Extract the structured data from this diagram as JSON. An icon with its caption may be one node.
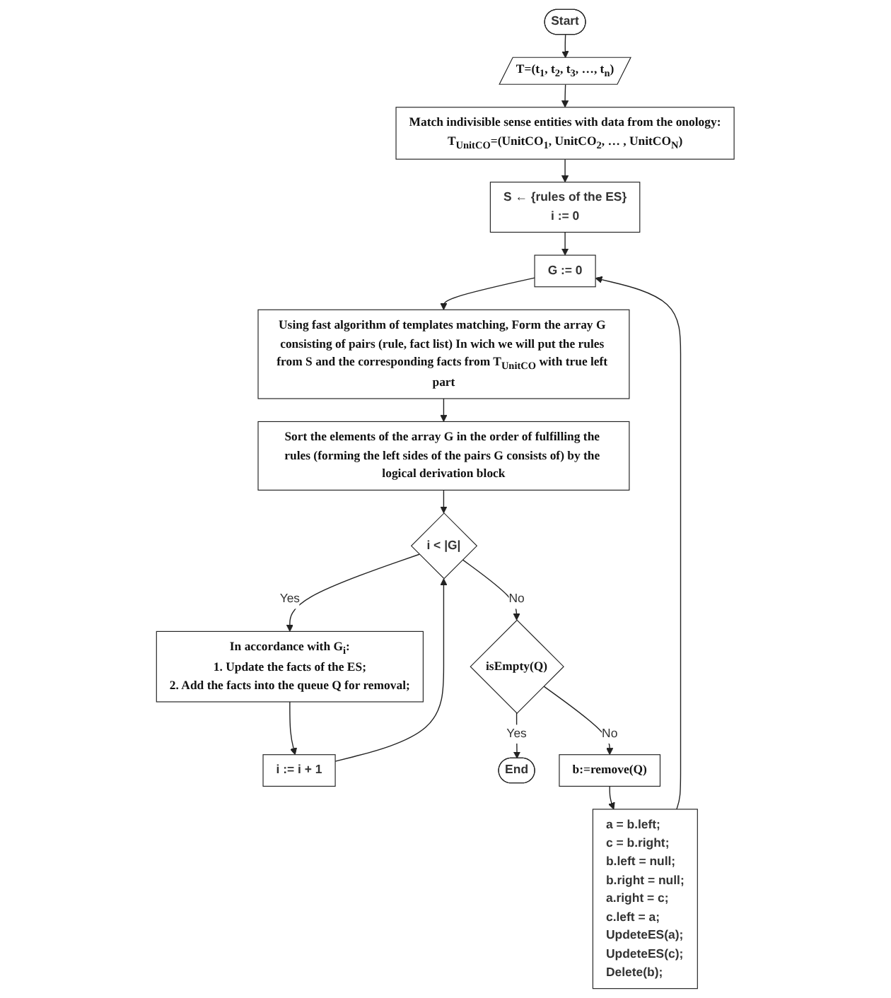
{
  "diagram": {
    "nodes": [
      {
        "text": [
          "Start"
        ]
      },
      {
        "text": [
          "T=(t$_{1}$, t$_{2}$, t$_{3}$, …, t$_{n}$)"
        ]
      },
      {
        "text": [
          "Match indivisible sense entities with data from the onology:",
          "T$_{UnitCO}$=(UnitCO$_{1}$, UnitCO$_{2}$, … , UnitCO$_{N}$)"
        ]
      },
      {
        "text": [
          "S ← {rules of the ES}",
          "i := 0"
        ]
      },
      {
        "text": [
          "G := 0"
        ]
      },
      {
        "text": [
          "Using fast algorithm of templates matching, Form the array G consisting of pairs (rule, fact list) In wich we will put the rules from S and the corresponding facts from T$_{UnitCO}$ with true left part"
        ]
      },
      {
        "text": [
          "Sort the elements of the array G in the order of fulfilling the rules (forming the left sides of the pairs G consists of) by the logical derivation block"
        ]
      },
      {
        "text": [
          "i < |G|"
        ]
      },
      {
        "text": [
          "i := i + 1"
        ]
      },
      {
        "text": [
          "isEmpty(Q)"
        ]
      },
      {
        "text": [
          "End"
        ]
      },
      {
        "text": [
          "In accordance with G$_{i}$:",
          "1. Update the facts of the ES;",
          "2. Add the facts into the queue  Q for removal;"
        ]
      },
      {
        "text": [
          "b:=remove(Q)"
        ]
      },
      {
        "text": [
          "a = b.left;",
          "c = b.right;",
          "b.left = null;",
          "b.right = null;",
          "a.right = c;",
          "c.left = a;",
          "UpdeteES(a);",
          "UpdeteES(c);",
          "Delete(b);"
        ]
      }
    ],
    "edges": [
      {
        "from": 0,
        "to": 1,
        "arrow": "to"
      },
      {
        "from": 1,
        "to": 2,
        "arrow": "to"
      },
      {
        "from": 2,
        "to": 3,
        "arrow": "to"
      },
      {
        "from": 3,
        "to": 4,
        "arrow": "to"
      },
      {
        "from": 4,
        "to": 5,
        "arrow": "to"
      },
      {
        "from": 5,
        "to": 6,
        "arrow": "to"
      },
      {
        "from": 6,
        "to": 7,
        "arrow": "to"
      },
      {
        "from": 8,
        "to": 7,
        "arrow": "to"
      },
      {
        "from": 7,
        "to": 11,
        "label": "Yes",
        "arrow": "to"
      },
      {
        "from": 7,
        "to": 9,
        "label": "No",
        "arrow": "to"
      },
      {
        "from": 9,
        "to": 10,
        "label": "Yes",
        "arrow": "to"
      },
      {
        "from": 9,
        "to": 12,
        "label": "No",
        "arrow": "to"
      },
      {
        "from": 12,
        "to": 13,
        "arrow": "to"
      },
      {
        "from": 13,
        "to": 4,
        "arrow": "to"
      },
      {
        "from": 11,
        "to": 8,
        "arrow": "to"
      }
    ]
  }
}
